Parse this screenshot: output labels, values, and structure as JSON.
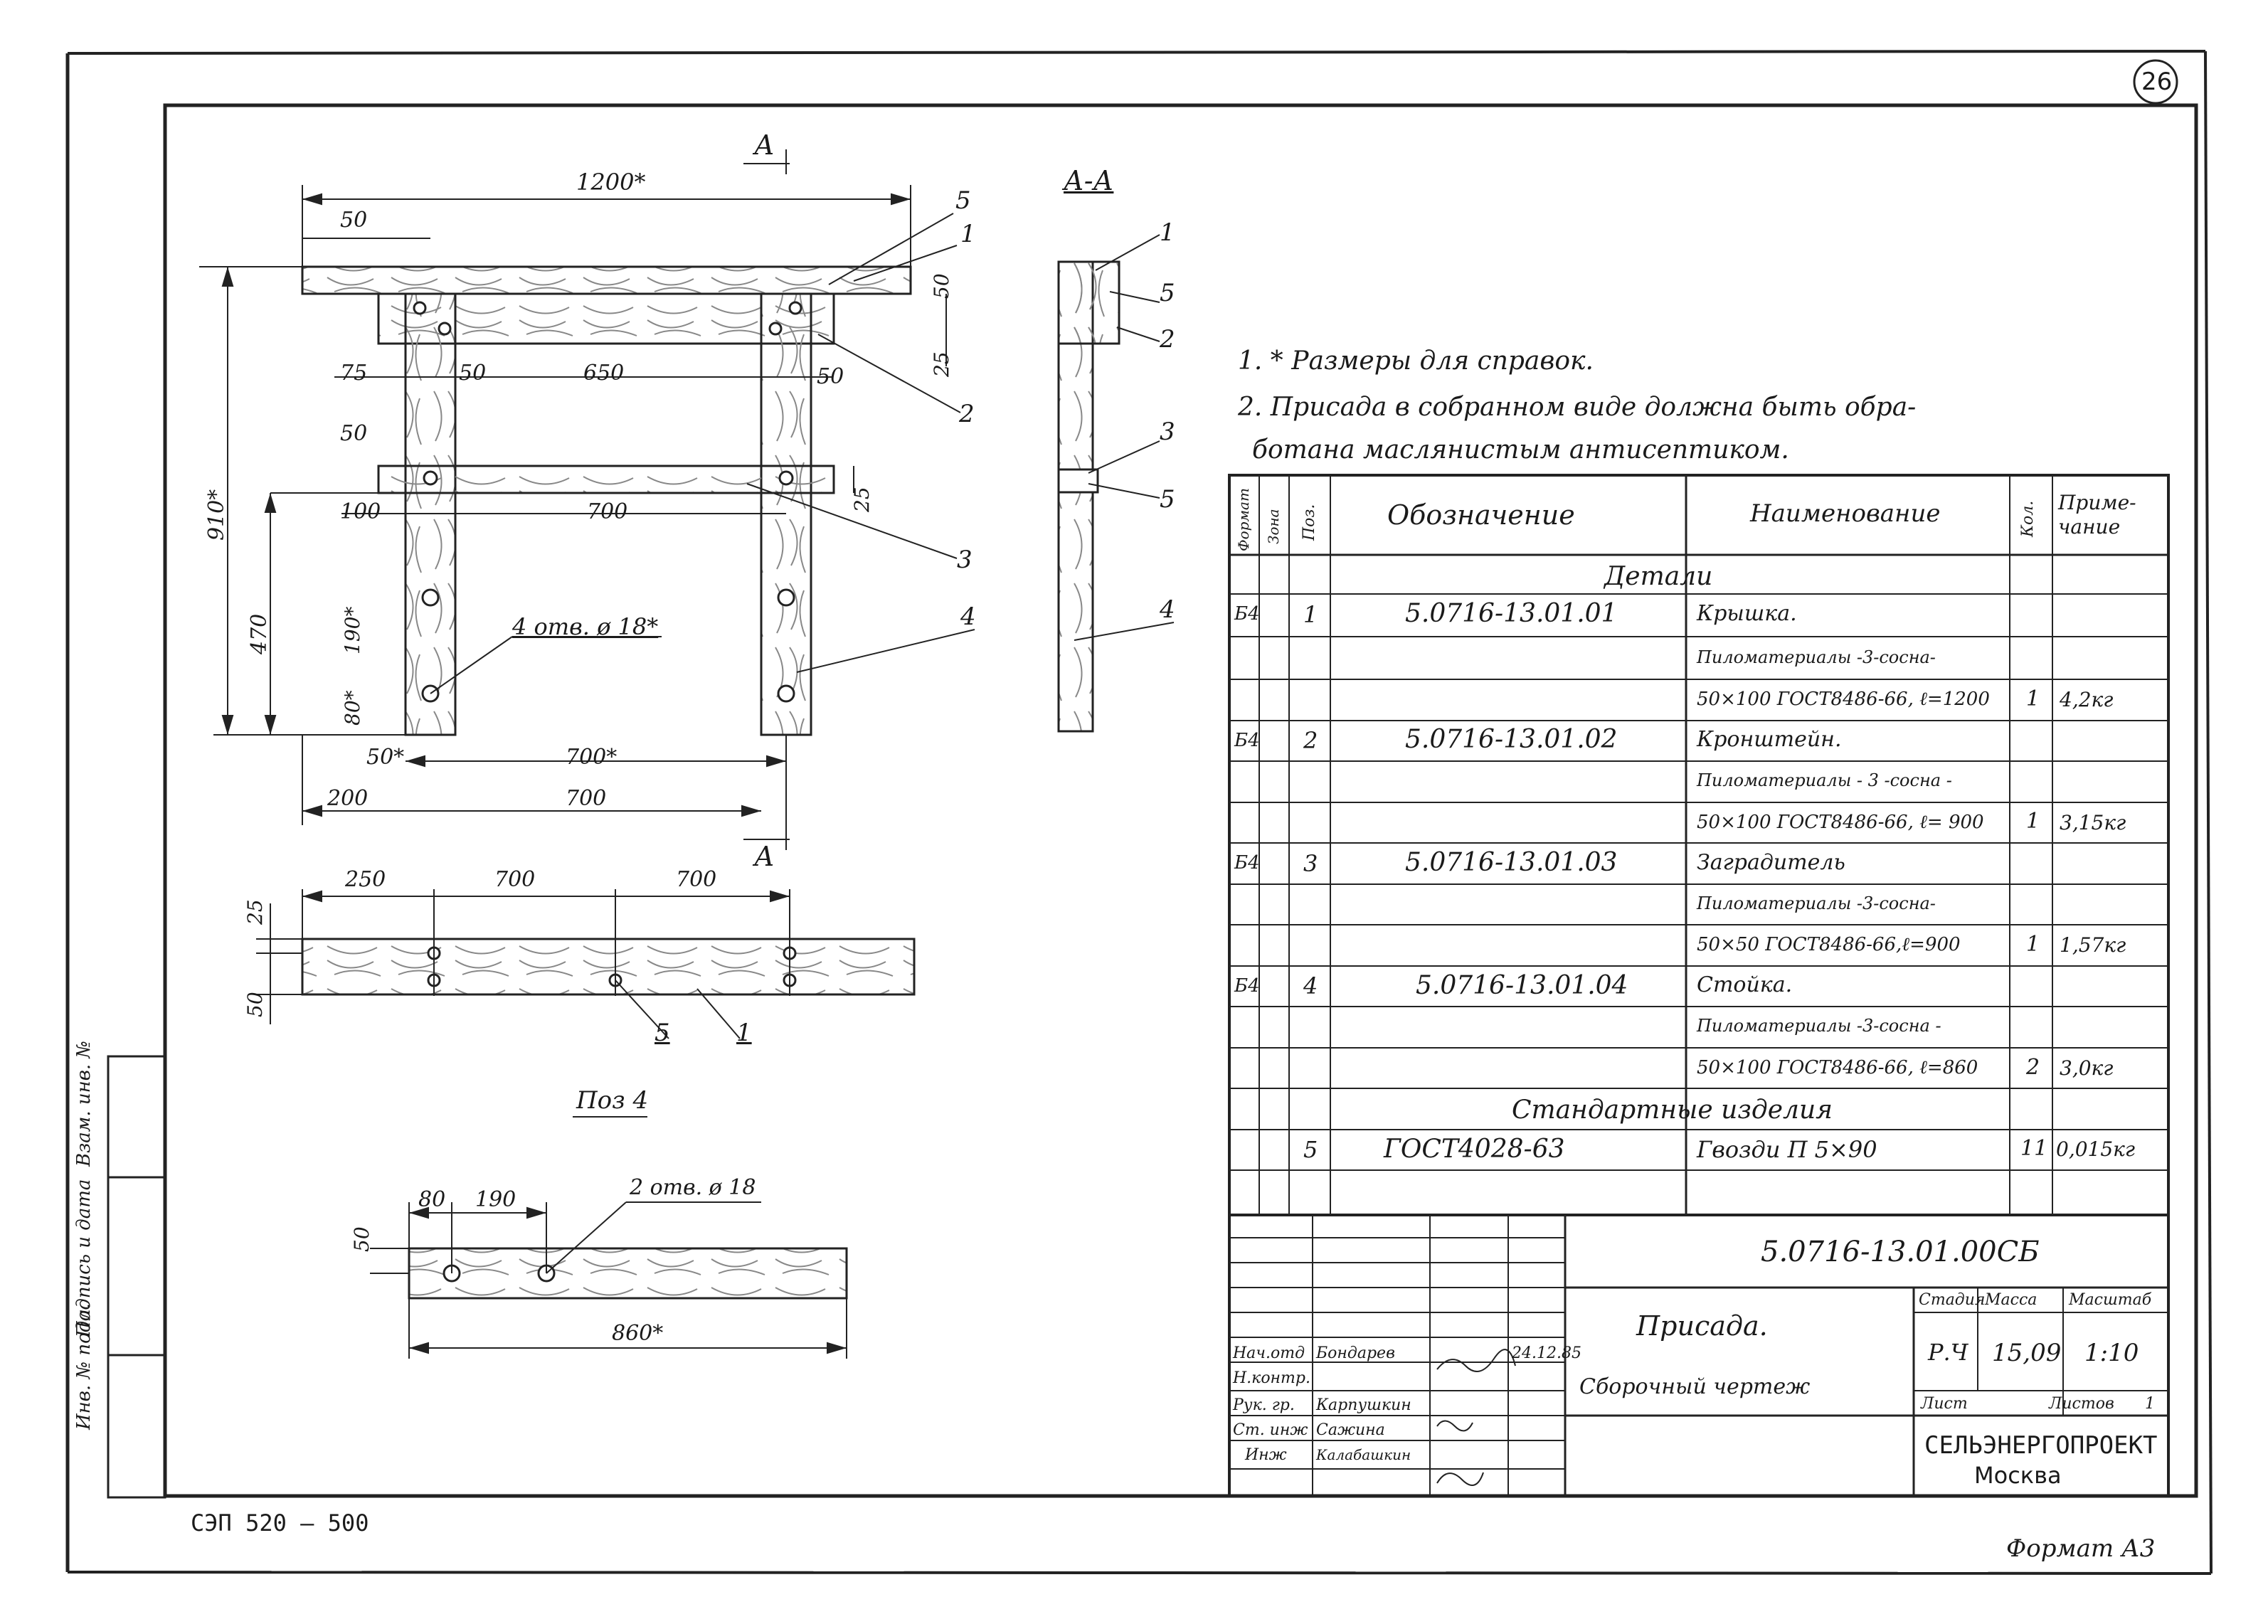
{
  "sheet": {
    "sheet_number": "26",
    "series_code": "СЭП 520 – 500",
    "format_label": "Формат А3"
  },
  "views": {
    "section_mark": "А",
    "section_mark_bottom": "А",
    "section_title": "А-А",
    "detail_title": "Поз 4"
  },
  "dims": {
    "top_1200": "1200*",
    "top_50": "50",
    "d75": "75",
    "d50a": "50",
    "d650": "650",
    "d50b": "50",
    "d50c": "50",
    "d100": "100",
    "d700a": "700",
    "d910": "910*",
    "d470": "470",
    "d190": "190*",
    "d80": "80*",
    "d50d": "50*",
    "d700b": "700*",
    "d200": "200",
    "d700c": "700",
    "r50": "50",
    "r25a": "25",
    "r25b": "25",
    "holes": "4 отв. ø 18*",
    "p250": "250",
    "p700a": "700",
    "p700b": "700",
    "p25": "25",
    "p50": "50",
    "q80": "80",
    "q190": "190",
    "q50": "50",
    "q_holes": "2 отв. ø 18",
    "q860": "860*"
  },
  "leaders": {
    "l5": "5",
    "l1": "1",
    "l2": "2",
    "l3": "3",
    "l4": "4",
    "s1": "1",
    "s5": "5",
    "s2": "2",
    "s3": "3",
    "s5b": "5",
    "s4": "4",
    "p5": "5",
    "p1": "1"
  },
  "notes": [
    "1. * Размеры для справок.",
    "2. Присада в собранном виде должна быть обра-",
    "ботана маслянистым антисептиком."
  ],
  "spec": {
    "headers": {
      "format": "Формат",
      "zone": "Зона",
      "pos": "Поз.",
      "designation": "Обозначение",
      "name": "Наименование",
      "qty": "Кол.",
      "note": "Приме-\nчание"
    },
    "section_details": "Детали",
    "section_standard": "Стандартные изделия",
    "rows": [
      {
        "format": "Б4",
        "pos": "1",
        "designation": "5.0716-13.01.01",
        "name": "Крышка.",
        "qty": "",
        "note": ""
      },
      {
        "format": "",
        "pos": "",
        "designation": "",
        "name": "Пиломатериалы -3-сосна-",
        "qty": "",
        "note": ""
      },
      {
        "format": "",
        "pos": "",
        "designation": "",
        "name": "50×100 ГОСТ8486-66, ℓ=1200",
        "qty": "1",
        "note": "4,2кг"
      },
      {
        "format": "Б4",
        "pos": "2",
        "designation": "5.0716-13.01.02",
        "name": "Кронштейн.",
        "qty": "",
        "note": ""
      },
      {
        "format": "",
        "pos": "",
        "designation": "",
        "name": "Пиломатериалы - 3 -сосна -",
        "qty": "",
        "note": ""
      },
      {
        "format": "",
        "pos": "",
        "designation": "",
        "name": "50×100 ГОСТ8486-66, ℓ= 900",
        "qty": "1",
        "note": "3,15кг"
      },
      {
        "format": "Б4",
        "pos": "3",
        "designation": "5.0716-13.01.03",
        "name": "Заградитель",
        "qty": "",
        "note": ""
      },
      {
        "format": "",
        "pos": "",
        "designation": "",
        "name": "Пиломатериалы -3-сосна-",
        "qty": "",
        "note": ""
      },
      {
        "format": "",
        "pos": "",
        "designation": "",
        "name": "50×50 ГОСТ8486-66,ℓ=900",
        "qty": "1",
        "note": "1,57кг"
      },
      {
        "format": "Б4",
        "pos": "4",
        "designation": "5.0716-13.01.04",
        "name": "Стойка.",
        "qty": "",
        "note": ""
      },
      {
        "format": "",
        "pos": "",
        "designation": "",
        "name": "Пиломатериалы -3-сосна -",
        "qty": "",
        "note": ""
      },
      {
        "format": "",
        "pos": "",
        "designation": "",
        "name": "50×100 ГОСТ8486-66, ℓ=860",
        "qty": "2",
        "note": "3,0кг"
      }
    ],
    "standard_rows": [
      {
        "format": "",
        "pos": "5",
        "designation": "ГОСТ4028-63",
        "name": "Гвозди П 5×90",
        "qty": "11",
        "note": "0,015кг"
      }
    ]
  },
  "title_block": {
    "doc_code": "5.0716-13.01.00СБ",
    "title": "Присада.",
    "subtitle": "Сборочный чертеж",
    "stage_label": "Стадия",
    "mass_label": "Масса",
    "scale_label": "Масштаб",
    "stage": "Р.Ч",
    "mass": "15,09",
    "scale": "1:10",
    "sheet_label": "Лист",
    "sheets_label": "Листов",
    "sheets": "1",
    "org": "СЕЛЬЭНЕРГОПРОЕКТ",
    "city": "Москва",
    "signatures": [
      {
        "role": "Нач.отд",
        "name": "Бондарев",
        "date": "24.12.85"
      },
      {
        "role": "Н.контр.",
        "name": "",
        "date": ""
      },
      {
        "role": "Рук. гр.",
        "name": "Карпушкин",
        "date": ""
      },
      {
        "role": "Ст. инж",
        "name": "Сажина",
        "date": ""
      },
      {
        "role": "Инж",
        "name": "Калабашкин",
        "date": ""
      }
    ]
  },
  "side_stamp": [
    "Инв. № подл.",
    "Подпись и дата",
    "Взам. инв. №"
  ]
}
